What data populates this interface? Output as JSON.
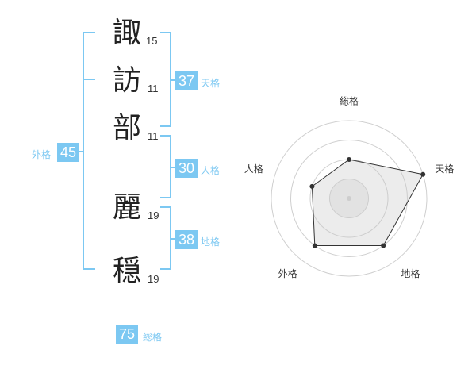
{
  "name": {
    "characters": [
      {
        "char": "諏",
        "strokes": "15"
      },
      {
        "char": "訪",
        "strokes": "11"
      },
      {
        "char": "部",
        "strokes": "11"
      },
      {
        "char": "麗",
        "strokes": "19"
      },
      {
        "char": "穏",
        "strokes": "19"
      }
    ]
  },
  "fortunes": {
    "tenkaku": {
      "value": "37",
      "label": "天格"
    },
    "jinkaku": {
      "value": "30",
      "label": "人格"
    },
    "chikaku": {
      "value": "38",
      "label": "地格"
    },
    "gaikaku": {
      "value": "45",
      "label": "外格"
    },
    "soukaku": {
      "value": "75",
      "label": "総格"
    }
  },
  "colors": {
    "accent": "#7cc8f2"
  },
  "chart_data": {
    "type": "radar",
    "axes": [
      "総格",
      "天格",
      "地格",
      "外格",
      "人格"
    ],
    "values": [
      2,
      4,
      3,
      3,
      2
    ],
    "max": 4,
    "grid_rings": 4
  }
}
